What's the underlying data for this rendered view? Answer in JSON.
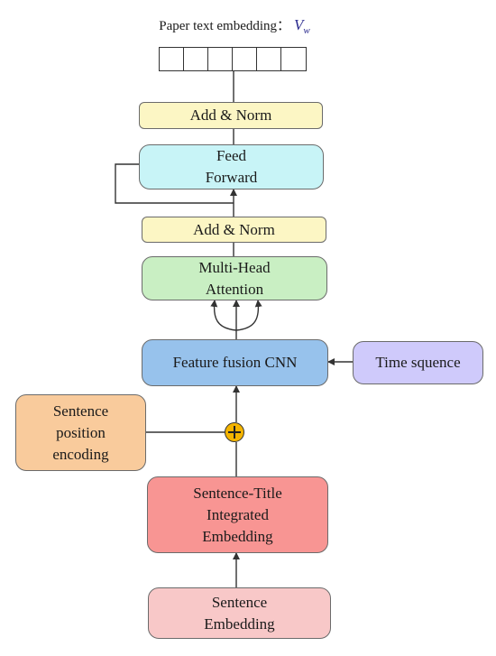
{
  "title": {
    "text": "Paper text embedding：",
    "symbol": "V",
    "symbol_subscript": "w"
  },
  "output_vector": {
    "cells": 6
  },
  "nodes": {
    "add_norm_top": "Add & Norm",
    "feed_forward": "Feed\nForward",
    "add_norm_bottom": "Add & Norm",
    "multi_head_attention": "Multi-Head\nAttention",
    "feature_fusion_cnn": "Feature fusion CNN",
    "time_sequence": "Time squence",
    "sentence_position_encoding": "Sentence\nposition\nencoding",
    "sentence_title_embedding": "Sentence-Title\nIntegrated\nEmbedding",
    "sentence_embedding": "Sentence\nEmbedding"
  },
  "colors": {
    "add_norm": "#fcf6c4",
    "feed_forward": "#c8f4f7",
    "attention": "#c9efc3",
    "fusion_cnn": "#97c2ec",
    "time_sequence": "#cfcafb",
    "position_encoding": "#f9cb9c",
    "sentence_title": "#f89593",
    "sentence_embedding": "#f8c8c8",
    "adder": "#f4b400"
  }
}
